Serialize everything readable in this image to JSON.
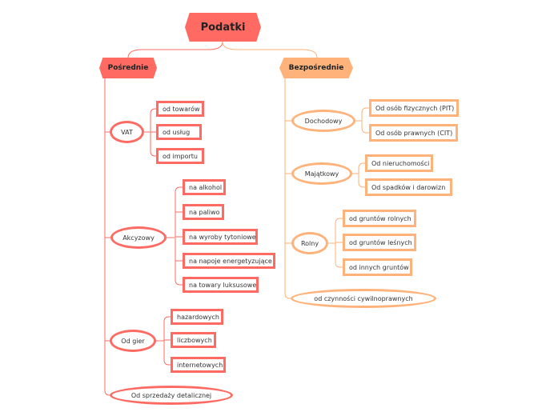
{
  "colors": {
    "red": "#ff6b62",
    "orange": "#ffb27a",
    "red_line": "#ff6b62",
    "orange_line": "#ffb27a"
  },
  "root": {
    "label": "Podatki"
  },
  "left": {
    "label": "Pośrednie",
    "vat": {
      "label": "VAT",
      "items": [
        "od towarów",
        "od usług",
        "od importu"
      ]
    },
    "akcyzowy": {
      "label": "Akcyzowy",
      "items": [
        "na alkohol",
        "na paliwo",
        "na wyroby tytoniowe",
        "na napoje energetyzujące",
        "na towary luksusowe"
      ]
    },
    "gier": {
      "label": "Od gier",
      "items": [
        "hazardowych",
        "liczbowych",
        "internetowych"
      ]
    },
    "sprzedazy": {
      "label": "Od sprzedaży detalicznej"
    }
  },
  "right": {
    "label": "Bezpośrednie",
    "dochodowy": {
      "label": "Dochodowy",
      "items": [
        "Od osób fizycznych (PIT)",
        "Od osób prawnych (CIT)"
      ]
    },
    "majatkowy": {
      "label": "Majątkowy",
      "items": [
        "Od nieruchomości",
        "Od spadków i darowizn"
      ]
    },
    "rolny": {
      "label": "Rolny",
      "items": [
        "od gruntów rolnych",
        "od gruntów leśnych",
        "od innych gruntów"
      ]
    },
    "cywilno": {
      "label": "od czynności cywilnoprawnych"
    }
  }
}
